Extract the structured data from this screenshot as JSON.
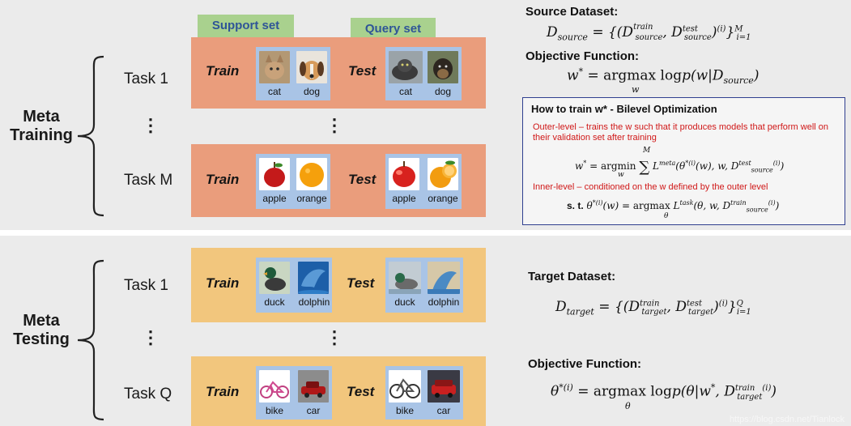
{
  "colors": {
    "train_band": "#ea9d7c",
    "test_band": "#f2c67d",
    "image_card": "#a9c4e6",
    "tag_fill": "#a9d18e",
    "tag_text": "#2f5597",
    "red_text": "#d01818",
    "box_border": "#2f3f8f"
  },
  "training": {
    "label_line1": "Meta",
    "label_line2": "Training",
    "task_first": "Task 1",
    "task_last": "Task M",
    "dots": "⋮",
    "support_tag": "Support set",
    "query_tag": "Query set",
    "train_kw": "Train",
    "test_kw": "Test",
    "row1": {
      "train": [
        "cat",
        "dog"
      ],
      "test": [
        "cat",
        "dog"
      ]
    },
    "row2": {
      "train": [
        "apple",
        "orange"
      ],
      "test": [
        "apple",
        "orange"
      ]
    }
  },
  "testing": {
    "label_line1": "Meta",
    "label_line2": "Testing",
    "task_first": "Task 1",
    "task_last": "Task Q",
    "dots": "⋮",
    "train_kw": "Train",
    "test_kw": "Test",
    "row1": {
      "train": [
        "duck",
        "dolphin"
      ],
      "test": [
        "duck",
        "dolphin"
      ]
    },
    "row2": {
      "train": [
        "bike",
        "car"
      ],
      "test": [
        "bike",
        "car"
      ]
    }
  },
  "right_top": {
    "source_heading": "Source Dataset:",
    "objective_heading": "Objective Function:",
    "box_title": "How to train w*  -  Bilevel Optimization",
    "outer_text": "Outer-level – trains the w such that it produces models that perform well on their validation set after training",
    "inner_text": "Inner-level –  conditioned on the w defined by the outer level"
  },
  "right_bottom": {
    "target_heading": "Target Dataset:",
    "objective_heading": "Objective Function:"
  },
  "watermark": "https://blog.csdn.net/Tianlock"
}
